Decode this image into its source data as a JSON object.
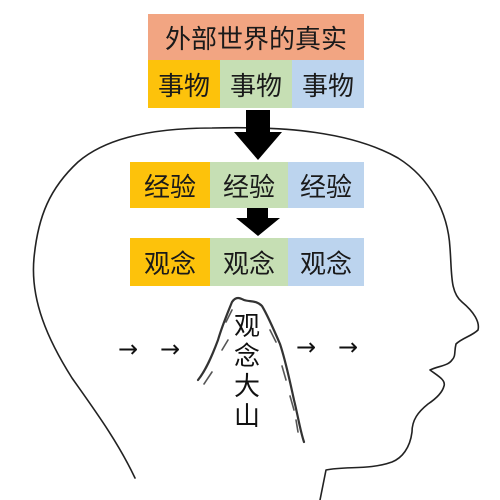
{
  "title": "外部世界的真实",
  "things": [
    "事物",
    "事物",
    "事物"
  ],
  "experiences": [
    "经验",
    "经验",
    "经验"
  ],
  "ideas": [
    "观念",
    "观念",
    "观念"
  ],
  "mountain_label": [
    "观",
    "念",
    "大",
    "山"
  ],
  "colors": {
    "title_bg": "#f2a582",
    "orange": "#fdc20b",
    "green": "#c6dfb4",
    "blue": "#bcd4ee",
    "arrow": "#000000"
  }
}
